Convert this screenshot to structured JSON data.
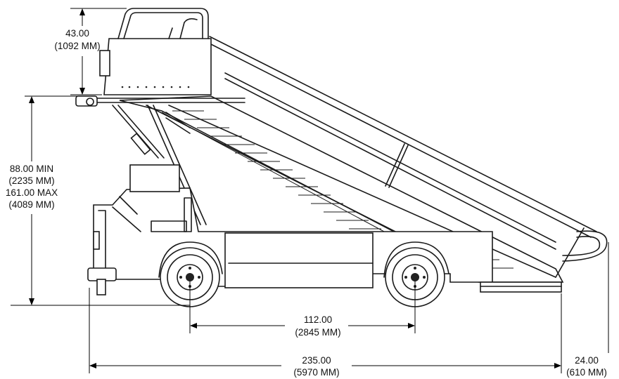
{
  "dimensions": {
    "platform_height": {
      "value": "43.00",
      "metric": "(1092 MM)"
    },
    "platform_elevation": {
      "min": "88.00 MIN",
      "min_metric": "(2235 MM)",
      "max": "161.00 MAX",
      "max_metric": "(4089 MM)"
    },
    "wheelbase": {
      "value": "112.00",
      "metric": "(2845 MM)"
    },
    "overall_length": {
      "value": "235.00",
      "metric": "(5970 MM)"
    },
    "rear_overhang": {
      "value": "24.00",
      "metric": "(610 MM)"
    }
  }
}
